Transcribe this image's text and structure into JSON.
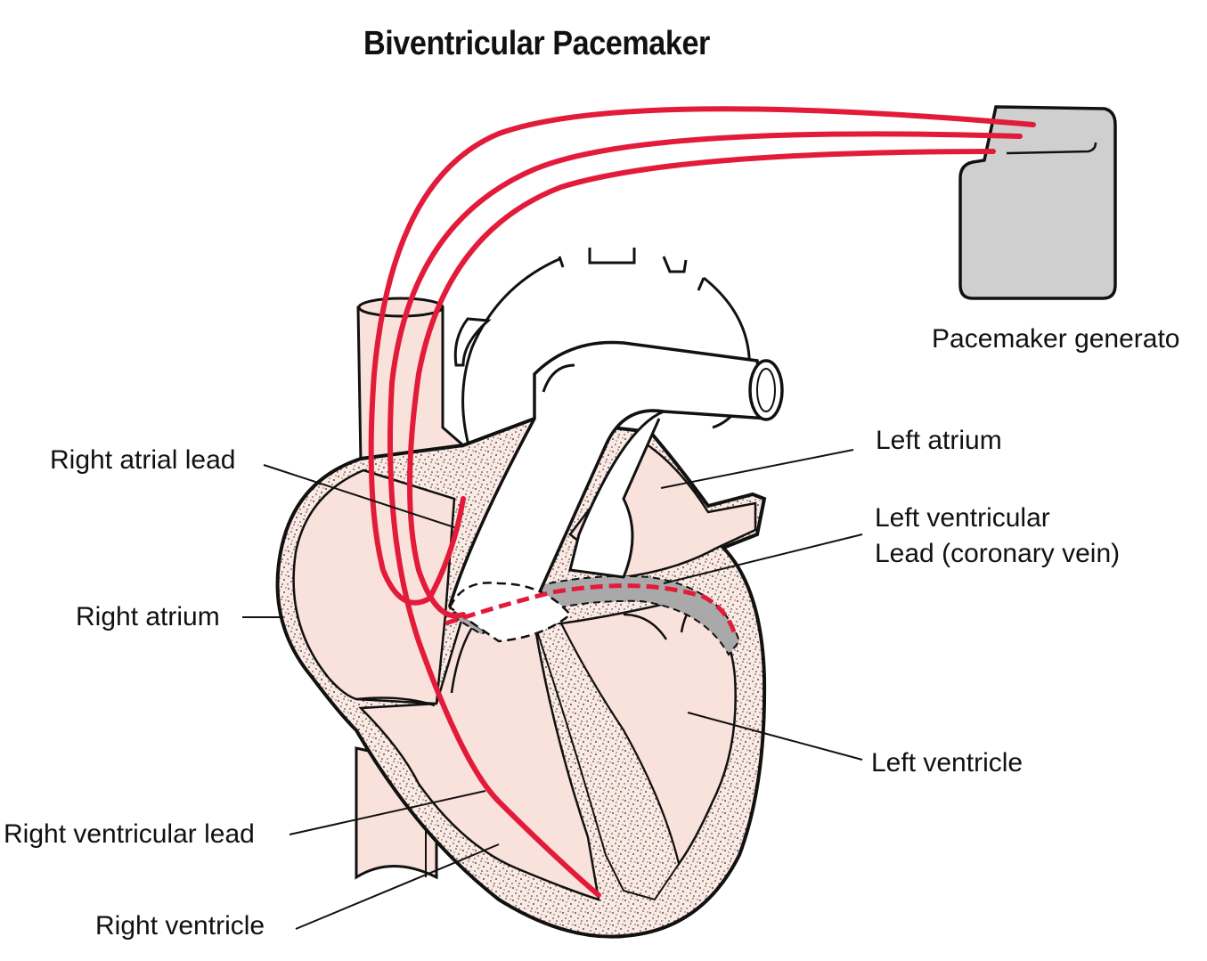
{
  "title": "Biventricular Pacemaker",
  "labels": {
    "right_atrial_lead": "Right atrial lead",
    "right_atrium": "Right atrium",
    "right_ventricular_lead": "Right ventricular lead",
    "right_ventricle": "Right ventricle",
    "left_atrium": "Left atrium",
    "left_ventricular_lead_line1": "Left ventricular",
    "left_ventricular_lead_line2": "Lead (coronary vein)",
    "left_ventricle": "Left ventricle",
    "pacemaker_generator": "Pacemaker generato"
  },
  "colors": {
    "lead": "#e31b3b",
    "tissue": "#f9e2db",
    "generator": "#cfcfcf",
    "outline": "#111111",
    "vein_band": "#a9a9a9"
  }
}
